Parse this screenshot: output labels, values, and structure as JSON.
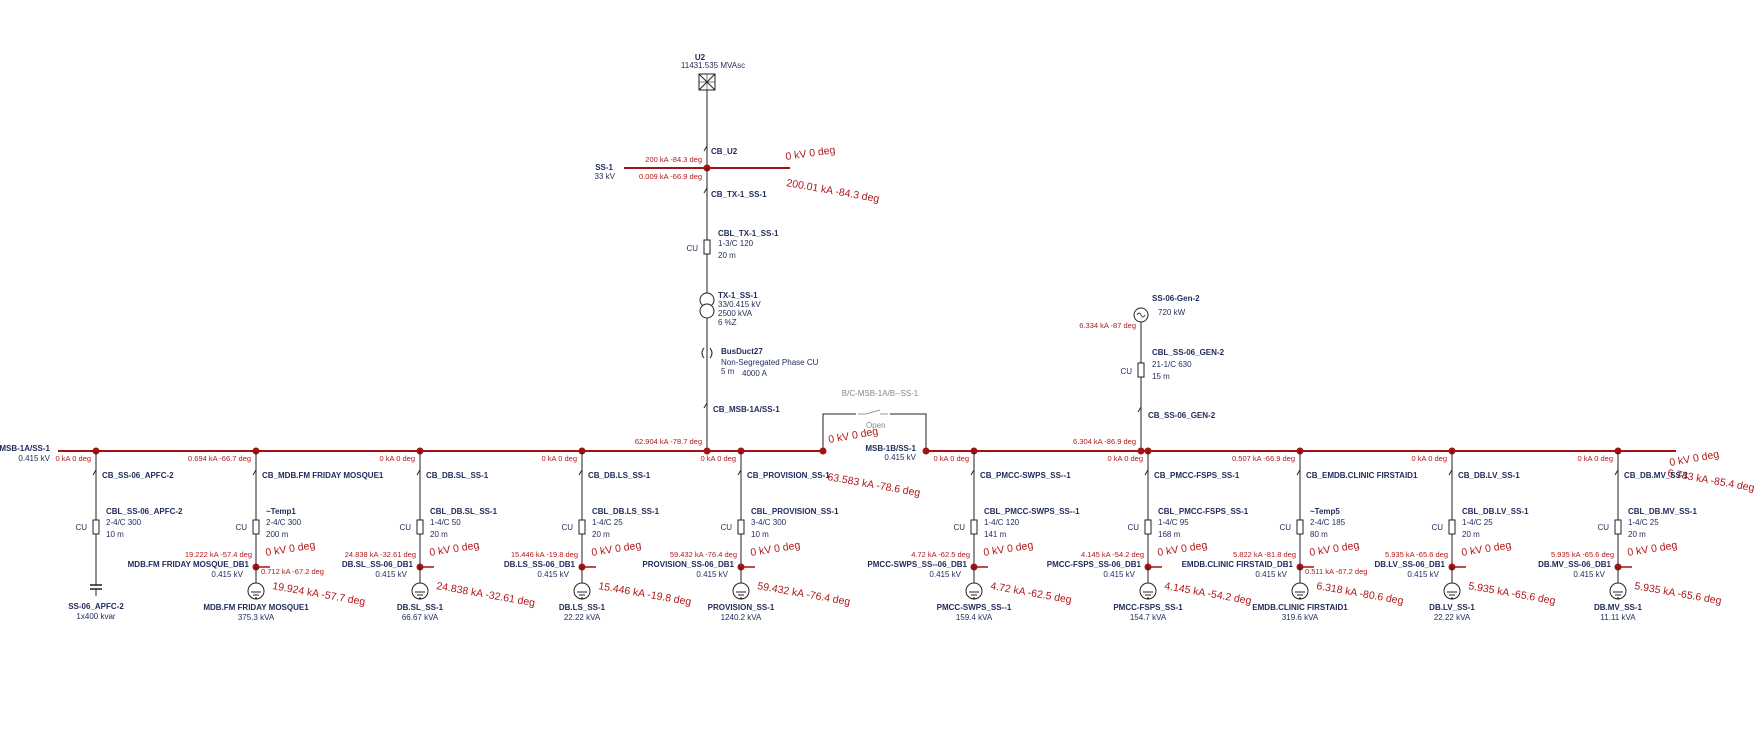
{
  "utility": {
    "name": "U2",
    "rating": "11431.535 MVAsc",
    "breaker": "CB_U2",
    "kA_top": "200 kA -84.3 deg",
    "kV_right": "0 kV 0 deg"
  },
  "bus_ss1": {
    "name": "SS-1",
    "kv": "33 kV",
    "kA_left": "0.009 kA -66.9 deg",
    "fault": "200.01 kA -84.3 deg"
  },
  "tx_path": {
    "breaker": "CB_TX-1_SS-1",
    "cable_name": "CBL_TX-1_SS-1",
    "cable_size": "1-3/C 120",
    "cable_len": "20 m",
    "cu": "CU",
    "tx_name": "TX-1_SS-1",
    "tx_kv": "33/0.415 kV",
    "tx_kva": "2500 kVA",
    "tx_z": "6 %Z",
    "busduct_name": "BusDuct27",
    "busduct_type": "Non-Segregated Phase CU",
    "busduct_len": "5 m",
    "busduct_amp": "4000 A",
    "msb_breaker": "CB_MSB-1A/SS-1",
    "kA_msb": "62.904 kA -78.7 deg"
  },
  "bus_msb1a": {
    "name": "MSB-1A/SS-1",
    "kv": "0.415 kV",
    "fault": "63.583 kA -78.6 deg"
  },
  "bus_msb1b": {
    "name": "MSB-1B/SS-1",
    "kv": "0.415 kV",
    "fault": "6.783 kA -85.4 deg",
    "kV_right": "0 kV 0 deg"
  },
  "tie": {
    "name": "B/C-MSB-1A/B--SS-1",
    "state": "Open",
    "kV": "0 kV 0 deg"
  },
  "generator": {
    "name": "SS-06-Gen-2",
    "rating": "720 kW",
    "kA": "6.334 kA -87 deg",
    "cable_name": "CBL_SS-06_GEN-2",
    "cable_size": "21-1/C 630",
    "cable_len": "15 m",
    "cu": "CU",
    "breaker": "CB_SS-06_GEN-2",
    "kA_bus": "6.304 kA -86.9 deg"
  },
  "feeders": [
    {
      "busflow": "0 kA 0 deg",
      "breaker": "CB_SS-06_APFC-2",
      "cu": "CU",
      "cable_name": "CBL_SS-06_APFC-2",
      "cable_size": "2-4/C 300",
      "cable_len": "10 m",
      "load_name": "SS-06_APFC-2",
      "load_rating": "1x400 kvar"
    },
    {
      "busflow": "0.694 kA -66.7 deg",
      "breaker": "CB_MDB.FM FRIDAY MOSQUE1",
      "cu": "CU",
      "cable_name": "~Temp1",
      "cable_size": "2-4/C 300",
      "cable_len": "200 m",
      "kA_in": "19.222 kA -57.4 deg",
      "kA_out": "0.712 kA -67.2 deg",
      "kV": "0 kV 0 deg",
      "db_name": "MDB.FM FRIDAY MOSQUE_DB1",
      "db_kv": "0.415 kV",
      "fault": "19.924 kA -57.7 deg",
      "load_name": "MDB.FM FRIDAY MOSQUE1",
      "load_rating": "375.3 kVA"
    },
    {
      "busflow": "0 kA 0 deg",
      "breaker": "CB_DB.SL_SS-1",
      "cu": "CU",
      "cable_name": "CBL_DB.SL_SS-1",
      "cable_size": "1-4/C 50",
      "cable_len": "20 m",
      "kA_in": "24.838 kA -32.61 deg",
      "kV": "0 kV 0 deg",
      "db_name": "DB.SL_SS-06_DB1",
      "db_kv": "0.415 kV",
      "fault": "24.838 kA -32.61 deg",
      "load_name": "DB.SL_SS-1",
      "load_rating": "66.67 kVA"
    },
    {
      "busflow": "0 kA 0 deg",
      "breaker": "CB_DB.LS_SS-1",
      "cu": "CU",
      "cable_name": "CBL_DB.LS_SS-1",
      "cable_size": "1-4/C 25",
      "cable_len": "20 m",
      "kA_in": "15.446 kA -19.8 deg",
      "kV": "0 kV 0 deg",
      "db_name": "DB.LS_SS-06_DB1",
      "db_kv": "0.415 kV",
      "fault": "15.446 kA -19.8 deg",
      "load_name": "DB.LS_SS-1",
      "load_rating": "22.22 kVA"
    },
    {
      "busflow": "0 kA 0 deg",
      "breaker": "CB_PROVISION_SS-1",
      "cu": "CU",
      "cable_name": "CBL_PROVISION_SS-1",
      "cable_size": "3-4/C 300",
      "cable_len": "10 m",
      "kA_in": "59.432 kA -76.4 deg",
      "kV": "0 kV 0 deg",
      "db_name": "PROVISION_SS-06_DB1",
      "db_kv": "0.415 kV",
      "fault": "59.432 kA -76.4 deg",
      "load_name": "PROVISION_SS-1",
      "load_rating": "1240.2 kVA"
    },
    {
      "busflow": "0 kA 0 deg",
      "breaker": "CB_PMCC-SWPS_SS--1",
      "cu": "CU",
      "cable_name": "CBL_PMCC-SWPS_SS--1",
      "cable_size": "1-4/C 120",
      "cable_len": "141 m",
      "kA_in": "4.72 kA -62.5 deg",
      "kV": "0 kV 0 deg",
      "db_name": "PMCC-SWPS_SS--06_DB1",
      "db_kv": "0.415 kV",
      "fault": "4.72 kA -62.5 deg",
      "load_name": "PMCC-SWPS_SS--1",
      "load_rating": "159.4 kVA"
    },
    {
      "busflow": "0 kA 0 deg",
      "breaker": "CB_PMCC-FSPS_SS-1",
      "cu": "CU",
      "cable_name": "CBL_PMCC-FSPS_SS-1",
      "cable_size": "1-4/C 95",
      "cable_len": "168 m",
      "kA_in": "4.145 kA -54.2 deg",
      "kV": "0 kV 0 deg",
      "db_name": "PMCC-FSPS_SS-06_DB1",
      "db_kv": "0.415 kV",
      "fault": "4.145 kA -54.2 deg",
      "load_name": "PMCC-FSPS_SS-1",
      "load_rating": "154.7 kVA"
    },
    {
      "busflow": "0.507 kA -66.9 deg",
      "breaker": "CB_EMDB.CLINIC FIRSTAID1",
      "cu": "CU",
      "cable_name": "~Temp5",
      "cable_size": "2-4/C 185",
      "cable_len": "80 m",
      "kA_in": "5.822 kA -81.8 deg",
      "kA_out": "0.511 kA -67.2 deg",
      "kV": "0 kV 0 deg",
      "db_name": "EMDB.CLINIC FIRSTAID_DB1",
      "db_kv": "0.415 kV",
      "fault": "6.318 kA -80.6 deg",
      "load_name": "EMDB.CLINIC FIRSTAID1",
      "load_rating": "319.6 kVA"
    },
    {
      "busflow": "0 kA 0 deg",
      "breaker": "CB_DB.LV_SS-1",
      "cu": "CU",
      "cable_name": "CBL_DB.LV_SS-1",
      "cable_size": "1-4/C 25",
      "cable_len": "20 m",
      "kA_in": "5.935 kA -65.6 deg",
      "kV": "0 kV 0 deg",
      "db_name": "DB.LV_SS-06_DB1",
      "db_kv": "0.415 kV",
      "fault": "5.935 kA -65.6 deg",
      "load_name": "DB.LV_SS-1",
      "load_rating": "22.22 kVA"
    },
    {
      "busflow": "0 kA 0 deg",
      "breaker": "CB_DB.MV_SS-1",
      "cu": "CU",
      "cable_name": "CBL_DB.MV_SS-1",
      "cable_size": "1-4/C 25",
      "cable_len": "20 m",
      "kA_in": "5.935 kA -65.6 deg",
      "kV": "0 kV 0 deg",
      "db_name": "DB.MV_SS-06_DB1",
      "db_kv": "0.415 kV",
      "fault": "5.935 kA -65.6 deg",
      "load_name": "DB.MV_SS-1",
      "load_rating": "11.11 kVA"
    }
  ]
}
